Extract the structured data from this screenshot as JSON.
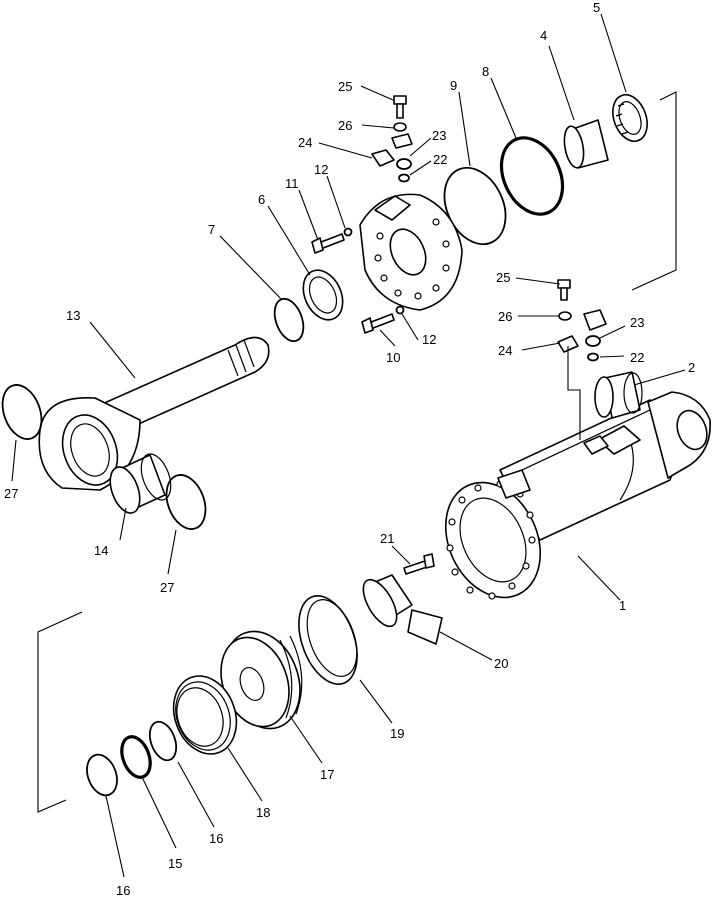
{
  "callouts": {
    "c1": "1",
    "c2": "2",
    "c4": "4",
    "c5": "5",
    "c6": "6",
    "c7": "7",
    "c8": "8",
    "c9": "9",
    "c10": "10",
    "c11": "11",
    "c12a": "12",
    "c12b": "12",
    "c13": "13",
    "c14": "14",
    "c15": "15",
    "c16a": "16",
    "c16b": "16",
    "c17": "17",
    "c18": "18",
    "c19": "19",
    "c20": "20",
    "c21": "21",
    "c22a": "22",
    "c22b": "22",
    "c23a": "23",
    "c23b": "23",
    "c24a": "24",
    "c24b": "24",
    "c25a": "25",
    "c25b": "25",
    "c26a": "26",
    "c26b": "26",
    "c27a": "27",
    "c27b": "27"
  }
}
